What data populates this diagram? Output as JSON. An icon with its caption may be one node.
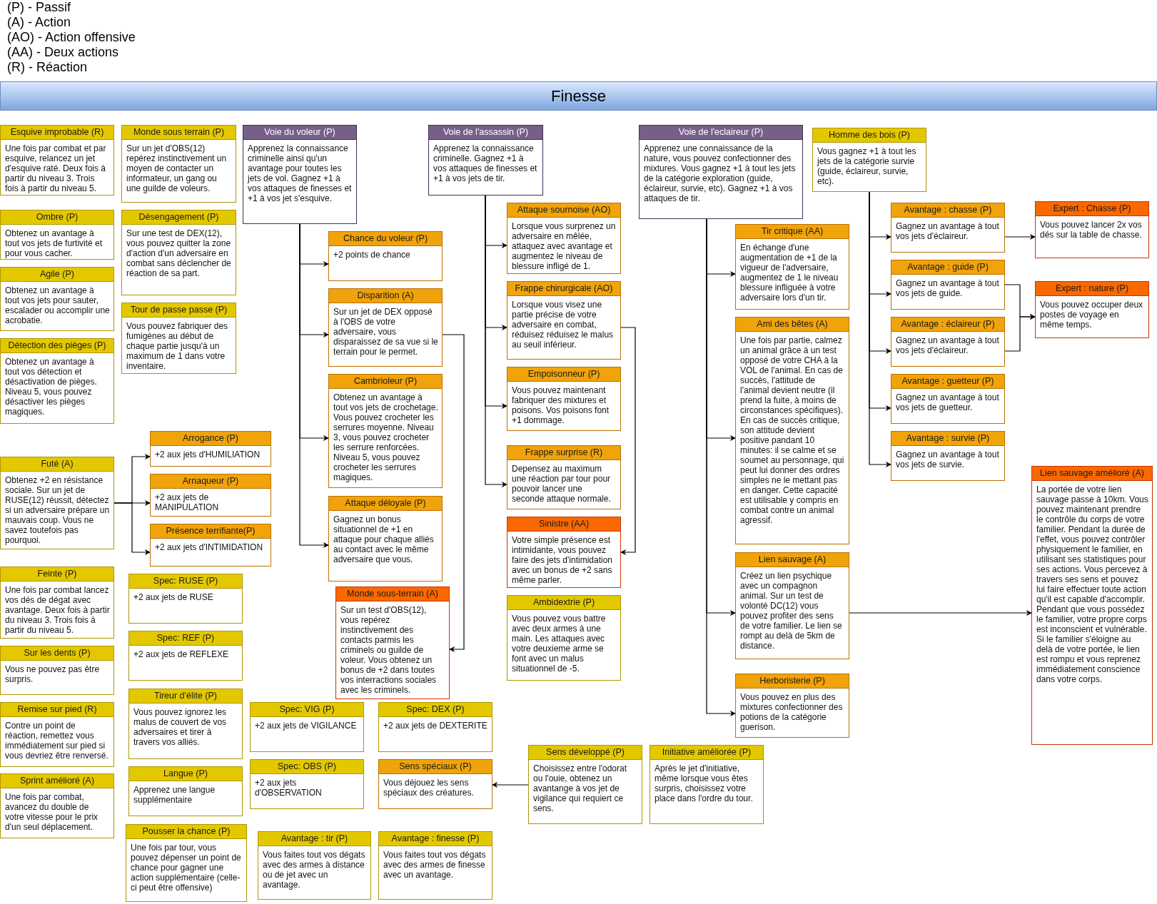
{
  "diagram": {
    "title": "Finesse",
    "nodes": [
      {
        "text": [
          "Esquive improbable (R)",
          "Une fois par combat et par esquive, relancez un jet d'esquive raté. Deux fois à partir du niveau 3. Trois fois à partir du niveau 5."
        ]
      },
      {
        "text": [
          "Ombre (P)",
          "Obtenez un avantage à tout vos jets de furtivité et pour vous cacher."
        ]
      },
      {
        "text": [
          "Agile (P)",
          "Obtenez un avantage à tout vos jets pour sauter, escalader ou accomplir une acrobatie."
        ]
      },
      {
        "text": [
          "Détection des pièges (P)",
          "Obtenez un avantage à tout vos détection et désactivation de pièges. Niveau 5, vous pouvez désactiver les pièges magiques."
        ]
      },
      {
        "text": [
          "Futé (A)",
          "Obtenez +2 en résistance sociale. Sur un jet de RUSE(12) réussit, détectez si un adversaire prépare un mauvais coup. Vous ne savez toutefois pas pourquoi."
        ]
      },
      {
        "text": [
          "Feinte (P)",
          "Une fois par combat lancez vos dés de dégat avec avantage. Deux fois à partir du niveau 3. Trois fois à partir du niveau 5."
        ]
      },
      {
        "text": [
          "Sur les dents (P)",
          "Vous ne pouvez pas être surpris."
        ]
      },
      {
        "text": [
          "Remise sur pied (R)",
          "Contre un point de réaction, remettez vous immédiatement sur pied si vous devriez être renversé."
        ]
      },
      {
        "text": [
          "Sprint amélioré (A)",
          "Une fois par combat, avancez du double de votre vitesse pour le prix d'un seul déplacement."
        ]
      },
      {
        "text": [
          "Monde sous terrain (P)",
          "Sur un jet d'OBS(12) repérez instinctivement un moyen de contacter un informateur, un gang ou une guilde de voleurs."
        ]
      },
      {
        "text": [
          "Désengagement (P)",
          "Sur une test de DEX(12), vous pouvez quitter la zone d'action d'un adversaire en combat sans déclencher de réaction de sa part."
        ]
      },
      {
        "text": [
          "Tour de passe passe (P)",
          "Vous pouvez fabriquer des fumigènes au début de chaque partie jusqu'à un maximum de 1 dans votre inventaire."
        ]
      },
      {
        "text": [
          "Arrogance (P)",
          "+2 aux jets d'HUMILIATION"
        ]
      },
      {
        "text": [
          "Arnaqueur (P)",
          "+2 aux jets de MANIPULATION"
        ]
      },
      {
        "text": [
          "Présence terrifiante(P)",
          "+2 aux jets d'INTIMIDATION"
        ]
      },
      {
        "text": [
          "Spec: RUSE (P)",
          "+2 aux jets de RUSE"
        ]
      },
      {
        "text": [
          "Spec: REF (P)",
          "+2 aux jets de REFLEXE"
        ]
      },
      {
        "text": [
          "Tireur d'élite (P)",
          "Vous pouvez ignorez les malus de couvert de vos adversaires et tirer à travers vos alliés."
        ]
      },
      {
        "text": [
          "Langue (P)",
          "Apprenez une langue supplémentaire"
        ]
      },
      {
        "text": [
          "Pousser la chance (P)",
          "Une fois par tour, vous pouvez dépenser un point de chance pour gagner une action supplémentaire (celle-ci peut être offensive)"
        ]
      },
      {
        "text": [
          "Voie du voleur (P)",
          "Apprenez la connaissance criminelle ainsi qu'un avantage pour toutes les jets de vol. Gagnez +1 à vos attaques de finesses et +1 à vos jet s'esquive."
        ]
      },
      {
        "text": [
          "Chance du voleur (P)",
          "+2 points de chance"
        ]
      },
      {
        "text": [
          "Disparition (A)",
          "Sur un jet de DEX opposé à l'OBS de votre adversaire, vous disparaissez de sa vue si le terrain pour le permet."
        ]
      },
      {
        "text": [
          "Cambrioleur (P)",
          "Obtenez un avantage à tout vos jets de crochetage. Vous pouvez crocheter les serrures moyenne. Niveau 3, vous pouvez crocheter les serrure renforcées. Niveau 5, vous pouvez crocheter les serrures magiques."
        ]
      },
      {
        "text": [
          "Attaque déloyale (P)",
          "Gagnez un bonus situationnel de +1 en attaque pour chaque alliés au contact avec le même adversaire que vous."
        ]
      },
      {
        "text": [
          "Monde sous-terrain (A)",
          "Sur un test d'OBS(12), vous repérez instinctivement des contacts parmis les criminels ou guilde de voleur. Vous obtenez un bonus de +2 dans toutes vos interractions sociales avec les criminels."
        ]
      },
      {
        "text": [
          "Spec: VIG (P)",
          "+2 aux jets de VIGILANCE"
        ]
      },
      {
        "text": [
          "Spec: OBS (P)",
          "+2 aux jets d'OBSERVATION"
        ]
      },
      {
        "text": [
          "Avantage : tir (P)",
          "Vous faites tout vos dégats avec des armes à distance ou de jet avec un avantage."
        ]
      },
      {
        "text": [
          "Spec: DEX (P)",
          "+2 aux jets de DEXTERITE"
        ]
      },
      {
        "text": [
          "Sens spéciaux (P)",
          "Vous déjouez les sens spéciaux des créatures."
        ]
      },
      {
        "text": [
          "Avantage : finesse (P)",
          "Vous faites tout vos dégats avec des armes de finesse avec un avantage."
        ]
      },
      {
        "text": [
          "Voie de l'assassin (P)",
          "Apprenez la connaissance criminelle. Gagnez +1 à vos attaques de finesses et +1 à vos jets de tir."
        ]
      },
      {
        "text": [
          "Attaque sournoise (AO)",
          "Lorsque vous surprenez un adversaire en mêlée, attaquez avec avantage et augmentez le niveau de blessure infligé de 1."
        ]
      },
      {
        "text": [
          "Frappe chirurgicale (AO)",
          "Lorsque vous visez une partie précise de votre adversaire en combat, réduisez réduisez le malus au seuil inférieur."
        ]
      },
      {
        "text": [
          "Empoisonneur (P)",
          "Vous pouvez maintenant fabriquer des mixtures et poisons. Vos poisons font +1 dommage."
        ]
      },
      {
        "text": [
          "Frappe surprise (R)",
          "Depensez au maximum une réaction par tour pour pouvoir lancer une seconde attaque normale."
        ]
      },
      {
        "text": [
          "Sinistre (AA)",
          "Votre simple présence est intimidante, vous pouvez faire des jets d'intimidation avec un bonus de +2 sans même parler."
        ]
      },
      {
        "text": [
          "Ambidextrie (P)",
          "Vous pouvez vous battre avec deux armes à une main. Les attaques avec votre deuxieme arme se font avec un malus situationnel de -5."
        ]
      },
      {
        "text": [
          "Sens développé (P)",
          "Choisissez entre l'odorat ou l'ouie, obtenez un avantange à vos jet de vigilance qui requiert ce sens."
        ]
      },
      {
        "text": [
          "Initiative améliorée (P)",
          "Après le jet d'initiative, même lorsque vous êtes surpris, choisissez votre place dans l'ordre du tour."
        ]
      },
      {
        "text": [
          "Voie de l'eclaireur (P)",
          "Apprenez une connaissance de la nature, vous pouvez confectionner des mixtures. Vous gagnez +1 à tout les jets de la catégorie exploration (guide, éclaireur, survie, etc). Gagnez +1 à vos attaques de tir."
        ]
      },
      {
        "text": [
          "Tir critique (AA)",
          "En échange d'une augmentation de +1 de la vigueur de l'adversaire, augmentez de 1 le niveau blessure infliguée à votre adversaire lors d'un tir."
        ]
      },
      {
        "text": [
          "Ami des bêtes (A)",
          "Une fois par partie, calmez un animal grâce à un test opposé de votre CHA à la VOL de l'animal. En cas de succès, l'attitude de l'animal devient neutre (il prend la fuite, à moins de circonstances spécifiques). En cas de succès critique, son attitude devient positive pandant 10 minutes: il se calme et se soumet au personnage, qui peut lui donner des ordres simples ne le mettant pas en danger. Cette capacité est utilisable y compris en combat contre un animal agressif."
        ]
      },
      {
        "text": [
          "Lien sauvage (A)",
          "Créez un lien psychique avec un compagnon animal. Sur un test de volonté DC(12) vous pouvez profiter des sens de votre familier. Le lien se rompt au delà de 5km de distance."
        ]
      },
      {
        "text": [
          "Herboristerie (P)",
          "Vous pouvez en plus des mixtures confectionner des potions de la catégorie guerison."
        ]
      },
      {
        "text": [
          "Homme des bois (P)",
          "Vous gagnez +1 à tout les jets de la catégorie survie (guide, éclaireur, survie, etc)."
        ]
      },
      {
        "text": [
          "Avantage : chasse (P)",
          "Gagnez un avantage à tout vos jets d'éclaireur."
        ]
      },
      {
        "text": [
          "Avantage : guide (P)",
          "Gagnez un avantage à tout vos jets de guide."
        ]
      },
      {
        "text": [
          "Avantage : éclaireur (P)",
          "Gagnez un avantage à tout vos jets d'éclaireur."
        ]
      },
      {
        "text": [
          "Avantage : guetteur (P)",
          "Gagnez un avantage à tout vos jets de guetteur."
        ]
      },
      {
        "text": [
          "Avantage : survie (P)",
          "Gagnez un avantage à tout vos jets de survie."
        ]
      },
      {
        "text": [
          "Expert : Chasse (P)",
          "Vous pouvez lancer 2x vos dés sur la table de chasse."
        ]
      },
      {
        "text": [
          "Expert : nature (P)",
          "Vous pouvez occuper deux postes de voyage en même temps."
        ]
      },
      {
        "text": [
          "Lien sauvage amélioré (A)",
          "La portée de votre lien sauvage passe à 10km. Vous pouvez maintenant prendre le contrôle du corps de votre familier. Pendant la durée de l'effet, vous pouvez contrôler physiquement le familier, en utilisant ses statistiques pour ses actions. Vous percevez à travers ses sens et pouvez lui faire effectuer toute action qu'il est capable d'accomplir. Pendant que vous possédez le familier, votre propre corps est inconscient et vulnérable. Si le familier s'éloigne au delà de votre portée, le lien est rompu et vous reprenez immédiatement conscience dans votre corps."
        ]
      }
    ],
    "edges": [
      {
        "from": 20,
        "to": 21,
        "arrow": "to"
      },
      {
        "from": 20,
        "to": 22,
        "arrow": "to"
      },
      {
        "from": 20,
        "to": 23,
        "arrow": "to"
      },
      {
        "from": 20,
        "to": 24,
        "arrow": "to"
      },
      {
        "from": 22,
        "to": 25,
        "arrow": "to"
      },
      {
        "from": 4,
        "to": 12,
        "arrow": "to"
      },
      {
        "from": 4,
        "to": 13,
        "arrow": "to"
      },
      {
        "from": 4,
        "to": 14,
        "arrow": "to"
      },
      {
        "from": 32,
        "to": 33,
        "arrow": "to"
      },
      {
        "from": 32,
        "to": 34,
        "arrow": "to"
      },
      {
        "from": 32,
        "to": 35,
        "arrow": "to"
      },
      {
        "from": 32,
        "to": 36,
        "arrow": "to"
      },
      {
        "from": 34,
        "to": 37,
        "arrow": "to"
      },
      {
        "from": 41,
        "to": 42,
        "arrow": "to"
      },
      {
        "from": 41,
        "to": 43,
        "arrow": "to"
      },
      {
        "from": 41,
        "to": 44,
        "arrow": "to"
      },
      {
        "from": 41,
        "to": 45,
        "arrow": "to"
      },
      {
        "from": 44,
        "to": 54,
        "arrow": "to"
      },
      {
        "from": 46,
        "to": 47,
        "arrow": "to"
      },
      {
        "from": 46,
        "to": 48,
        "arrow": "to"
      },
      {
        "from": 46,
        "to": 49,
        "arrow": "to"
      },
      {
        "from": 46,
        "to": 50,
        "arrow": "to"
      },
      {
        "from": 46,
        "to": 51,
        "arrow": "to"
      },
      {
        "from": 47,
        "to": 52,
        "arrow": "to"
      },
      {
        "from": 48,
        "to": 53,
        "arrow": "to"
      },
      {
        "from": 49,
        "to": 53,
        "arrow": "to"
      },
      {
        "from": 39,
        "to": 30,
        "arrow": "to"
      }
    ],
    "labels": [
      "(P) - Passif",
      "(A) - Action",
      "(AO) - Action offensive",
      "(AA) - Deux actions",
      "(R) - Réaction"
    ]
  }
}
